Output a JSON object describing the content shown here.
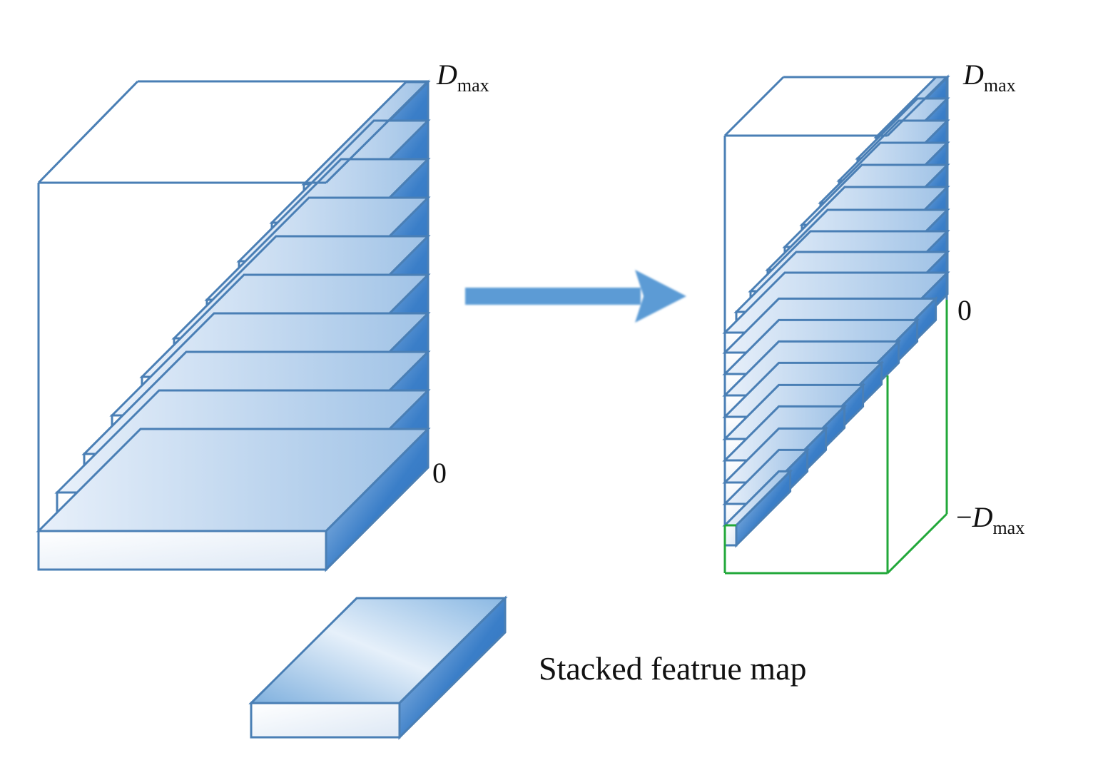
{
  "labels": {
    "left_top": {
      "symbol": "D",
      "subscript": "max"
    },
    "left_bottom": "0",
    "right_top": {
      "symbol": "D",
      "subscript": "max"
    },
    "right_middle": "0",
    "right_bottom": {
      "prefix": "−",
      "symbol": "D",
      "subscript": "max"
    },
    "legend": "Stacked featrue map"
  },
  "stacks": {
    "left_slices": 10,
    "right_slices": 11,
    "right_sliding_slices": 8
  },
  "colors": {
    "outline": "#4a7fb5",
    "face_light": "#ffffff",
    "face_gradient_end": "#a9c9ea",
    "side_dark": "#3a7ec8",
    "arrow": "#5b9bd5",
    "negative_box": "#22a83a"
  }
}
